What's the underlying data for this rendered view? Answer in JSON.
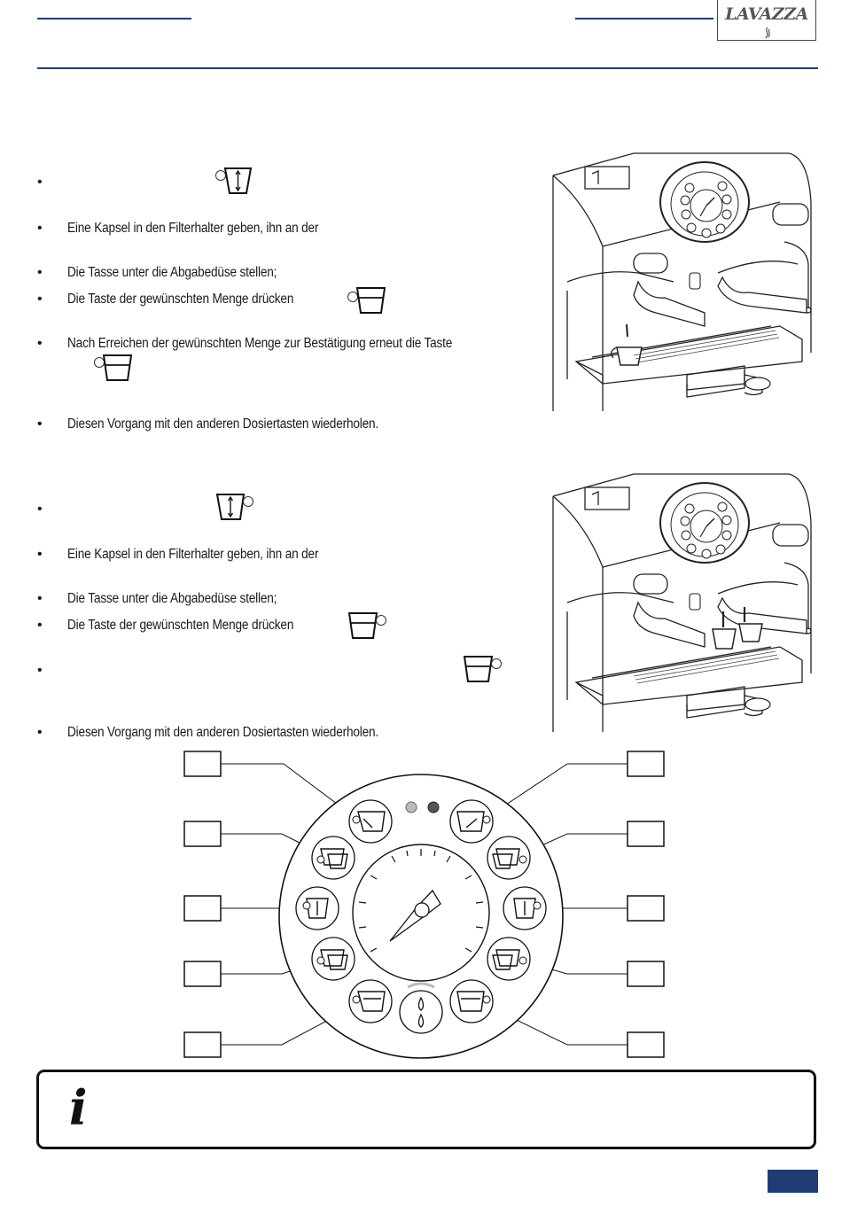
{
  "header": {
    "brand_logo": "LAVAZZA",
    "rule_color": "#1f3d75"
  },
  "section1": {
    "bullets": [
      "",
      "Eine Kapsel in den Filterhalter geben, ihn an der",
      "Die Tasse unter die Abgabedüse stellen;",
      "Die Taste der gewünschten Menge drücken",
      "Nach Erreichen der gewünschten Menge zur Bestätigung erneut die Taste",
      "Diesen Vorgang mit den anderen Dosiertasten wiederholen."
    ]
  },
  "section2": {
    "bullets": [
      "",
      "Eine Kapsel in den Filterhalter geben, ihn an der",
      "Die Tasse unter die Abgabedüse stellen;",
      "Die Taste der gewünschten Menge drücken",
      "",
      "Diesen Vorgang mit den anderen Dosiertasten wiederholen."
    ]
  },
  "info": {
    "icon": "info-italic-i"
  },
  "footer": {
    "accent_color": "#1f3d75"
  }
}
